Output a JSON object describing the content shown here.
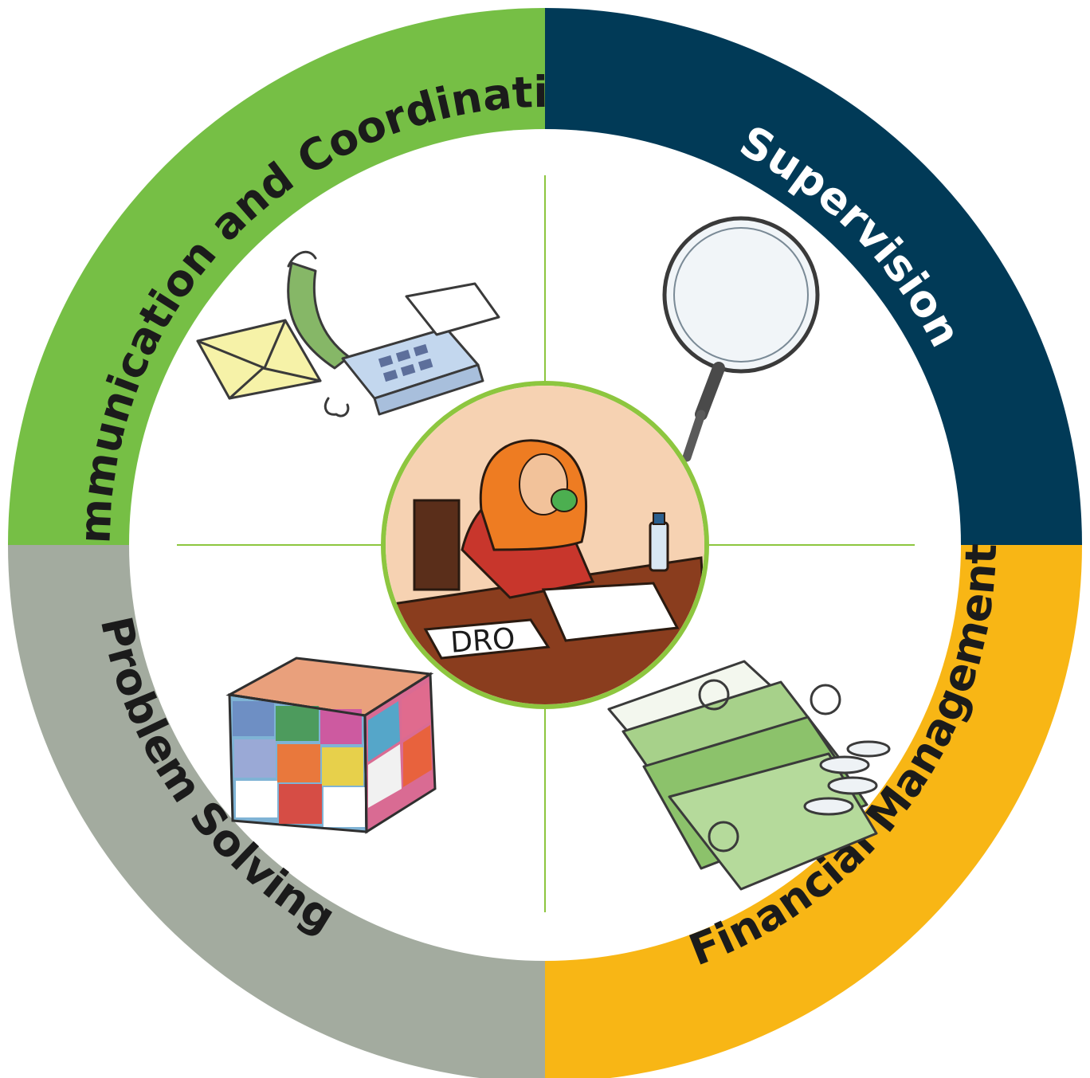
{
  "colors": {
    "communication": "#76bf45",
    "supervision": "#013a57",
    "financial": "#f8b615",
    "problem": "#a3ab9f",
    "divider": "#8dc63f",
    "center_bg": "#f6d2b2",
    "desk": "#8a3d1e"
  },
  "segments": [
    {
      "key": "communication",
      "label": "Communication and Coordination",
      "icon": "telephone-envelope-icon",
      "text_color": "#1b1b1b"
    },
    {
      "key": "supervision",
      "label": "Supervision",
      "icon": "magnifying-glass-icon",
      "text_color": "#ffffff"
    },
    {
      "key": "financial",
      "label": "Financial Management",
      "icon": "money-notes-coins-icon",
      "text_color": "#1b1b1b"
    },
    {
      "key": "problem",
      "label": "Problem Solving",
      "icon": "rubiks-cube-icon",
      "text_color": "#1b1b1b"
    }
  ],
  "center": {
    "nameplate": "DRO",
    "illustration": "dro-officer-at-desk"
  }
}
